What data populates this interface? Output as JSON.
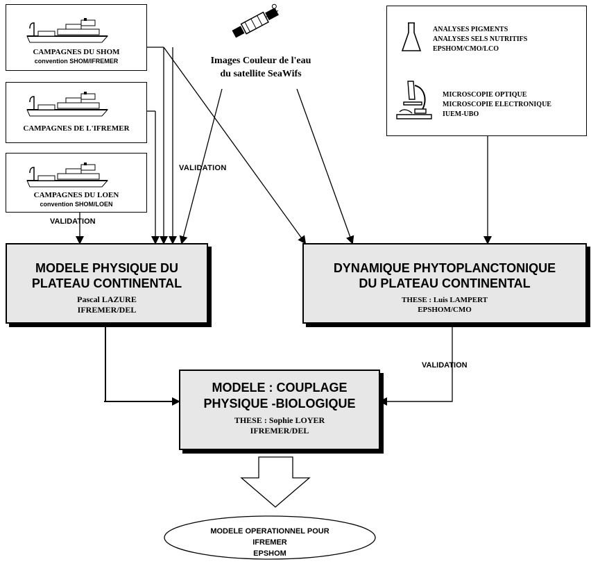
{
  "sources": {
    "shom": {
      "line1": "CAMPAGNES DU SHOM",
      "line2": "convention SHOM/IFREMER"
    },
    "ifremer": {
      "line1": "CAMPAGNES DE L'IFREMER"
    },
    "loen": {
      "line1": "CAMPAGNES DU LOEN",
      "line2": "convention SHOM/LOEN"
    }
  },
  "satellite": {
    "line1": "Images Couleur de l'eau",
    "line2": "du satellite SeaWifs",
    "icon": "satellite-icon"
  },
  "lab": {
    "group1": [
      "ANALYSES PIGMENTS",
      "ANALYSES SELS NUTRITIFS",
      "EPSHOM/CMO/LCO"
    ],
    "group2": [
      "MICROSCOPIE OPTIQUE",
      "MICROSCOPIE ELECTRONIQUE",
      "IUEM-UBO"
    ]
  },
  "physical_model": {
    "title1": "MODELE PHYSIQUE DU",
    "title2": "PLATEAU CONTINENTAL",
    "author": "Pascal LAZURE",
    "org": "IFREMER/DEL"
  },
  "phyto_model": {
    "title1": "DYNAMIQUE PHYTOPLANCTONIQUE",
    "title2": "DU PLATEAU CONTINENTAL",
    "author": "THESE : Luis LAMPERT",
    "org": "EPSHOM/CMO"
  },
  "coupling_model": {
    "title1": "MODELE : COUPLAGE",
    "title2": "PHYSIQUE -BIOLOGIQUE",
    "author": "THESE : Sophie LOYER",
    "org": "IFREMER/DEL"
  },
  "operational": {
    "line1": "MODELE OPERATIONNEL POUR",
    "line2": "IFREMER",
    "line3": "EPSHOM"
  },
  "labels": {
    "validation_1": "VALIDATION",
    "validation_2": "VALIDATION",
    "validation_3": "VALIDATION"
  }
}
